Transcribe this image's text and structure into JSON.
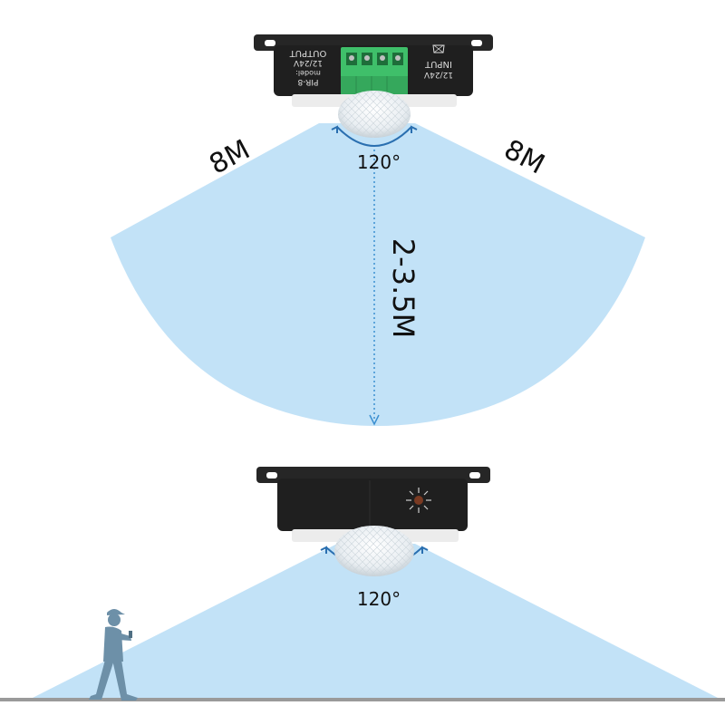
{
  "top_diagram": {
    "label_left_range": "8M",
    "label_right_range": "8M",
    "label_angle": "120°",
    "label_height": "2-3.5M",
    "device": {
      "model_line1": "PIR-8",
      "model_line2": "model:",
      "output_line1": "OUTPUT",
      "output_line2": "12/24V",
      "input_line1": "INPUT",
      "input_line2": "12/24V"
    }
  },
  "bottom_diagram": {
    "label_angle": "120°"
  },
  "colors": {
    "coverage_blue": "#bfe0f7",
    "device_body": "#1f1f1f",
    "terminal_green": "#3fbf6a",
    "arc_blue": "#2a6fb0",
    "person": "#6d90a8",
    "floor": "#9a9a9a"
  },
  "icons": {
    "device_icon": "bulb-icon",
    "sensor_icon": "sensor-dome-icon",
    "person_icon": "walking-person-icon"
  }
}
